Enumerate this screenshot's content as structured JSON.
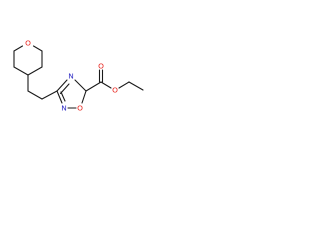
{
  "molecule": {
    "atoms": [
      {
        "id": "ring_o",
        "symbol": "O",
        "color": "#e8251f"
      },
      {
        "id": "oxadiazole_n4",
        "symbol": "N",
        "color": "#2d2ac4"
      },
      {
        "id": "oxadiazole_n2",
        "symbol": "N",
        "color": "#2d2ac4"
      },
      {
        "id": "oxadiazole_o1",
        "symbol": "O",
        "color": "#e8251f"
      },
      {
        "id": "carbonyl_o",
        "symbol": "O",
        "color": "#e8251f"
      },
      {
        "id": "ester_o",
        "symbol": "O",
        "color": "#e8251f"
      }
    ],
    "bond_color": "#1a1a1a"
  }
}
